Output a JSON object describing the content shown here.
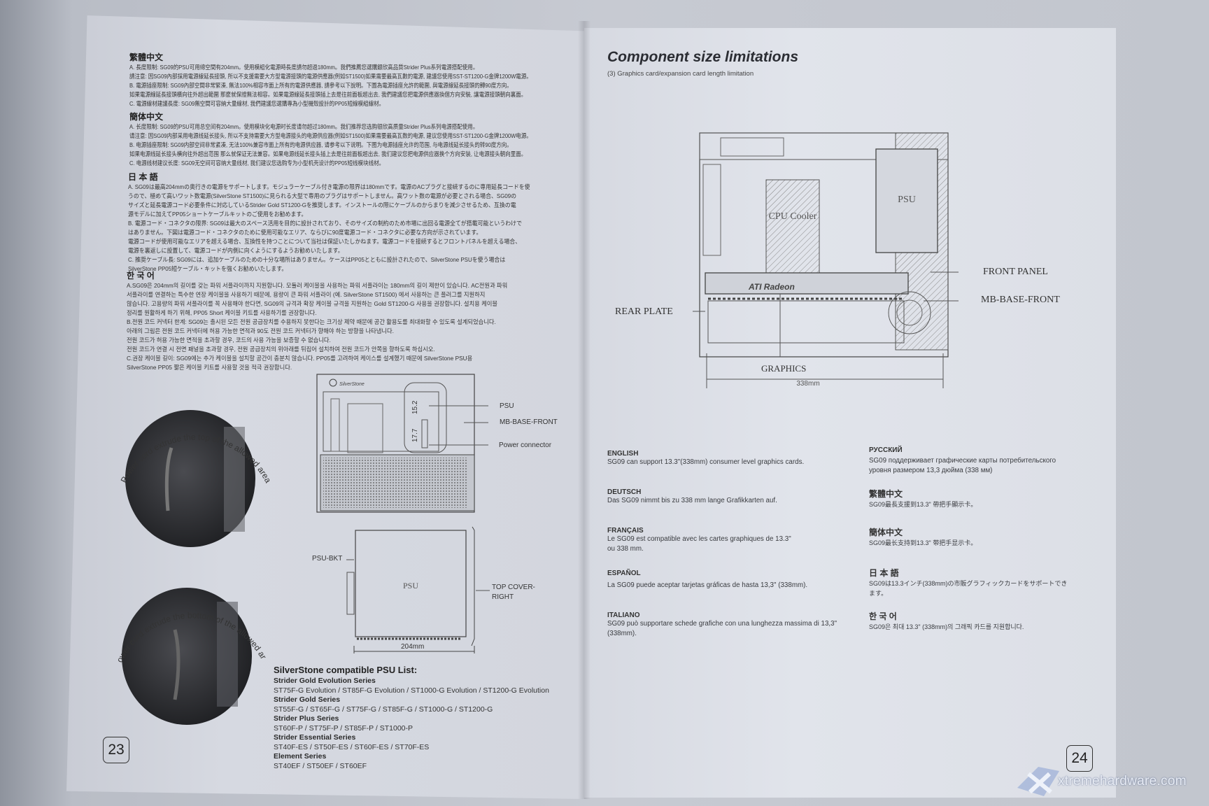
{
  "left_page": {
    "page_number": "23",
    "sections": [
      {
        "heading": "繁體中文",
        "lines": [
          "A. 長度限制: SG09的PSU可用總空間有204mm。使用模組化電源時長度請勿超過180mm。我們推薦您選購銀欣高品質Strider Plus系列電源搭配使用。",
          "請注意: 因SG09內部採用電源線延長接頭, 所以不支援需要大方型電源接頭的電源供應器(例如ST1500)如果需要最高瓦數的電源, 建議您使用SST-ST1200-G金牌1200W電源。",
          "B. 電源插座限制: SG09內部空間非常緊湊, 無法100%相容市面上所有的電源供應器, 請參考以下說明。下圖為電源插座允許的範圍, 與電源線延長接頭的轉90度方向。",
          "如果電源線延長接頭橫向往外超出範圍 那麼就保證無法相容。如果電源線延長接頭插上去是往前面板超出去, 我們建議您把電源供應器換個方向安裝, 讓電源接頭朝向裏面。",
          "C. 電源線材建議長度: SG09無空間可容納大量線材, 我們建議您選購專為小型機殼設計的PP05短線模組線材。"
        ]
      },
      {
        "heading": "簡体中文",
        "lines": [
          "A. 长度限制: SG09的PSU可用总空间有204mm。使用模块化电源时长度请勿超过180mm。我们推荐您选购银欣高质量Strider Plus系列电源搭配使用。",
          "请注意: 因SG09内部采用电源线延长接头, 所以不支持需要大方型电源接头的电源供应器(例如ST1500)如果需要最高瓦数的电源, 建议您使用SST-ST1200-G金牌1200W电源。",
          "B. 电源插座限制: SG09内部空间非常紧凑, 无法100%兼容市面上所有的电源供应器, 请参考以下说明。下图为电源插座允许的范围, 与电源线延长接头的转90度方向。",
          "如果电源线延长接头横向往外超出范围 那么就保证无法兼容。如果电源线延长接头插上去是往前面板超出去, 我们建议您把电源供应器换个方向安装, 让电源接头朝向里面。",
          "C. 电源线材建议长度: SG09无空间可容纳大量线材, 我们建议您选购专为小型机壳设计的PP05短线模块线材。"
        ]
      },
      {
        "heading": "日 本 語",
        "lines": [
          "A. SG09は最高204mmの奥行きの電源をサポートします。モジュラーケーブル付き電源の限界は180mmです。電源のACプラグと接続するのに専用延長コードを使",
          "うので、極めて高いワット数電源(SilverStone ST1500)に見られる大型で専用のプラグはサポートしません。高ワット数の電源が必要とされる場合、SG09の",
          "サイズと延長電源コード必要条件に対応しているStrider Gold ST1200-Gを推奨します。インストールの際にケーブルのからまりを減少させるため、互換の電",
          "源モデルに加えてPP05ショートケーブルキットのご使用をお勧めます。",
          "B. 電源コード・コネクタの限界: SG09は最大のスペース活用を目的に設計されており、そのサイズの制約のため市場に出回る電源全てが搭載可能というわけで",
          "はありません。下図は電源コード・コネクタのために使用可能なエリア、ならびに90度電源コード・コネクタに必要な方向が示されています。",
          "電源コードが使用可能なエリアを超える場合、互換性を持つことについて当社は保証いたしかねます。電源コードを接続するとフロントパネルを超える場合、",
          "電源を裏返しに設置して、電源コードが内側に向くようにするようお勧めいたします。",
          "C. 推奨ケーブル長: SG09には、追加ケーブルのための十分な場所はありません。ケースはPP05とともに設計されたので、SilverStone PSUを使う場合は",
          "SilverStone PP05短ケーブル・キットを強くお勧めいたします。"
        ]
      },
      {
        "heading": "한 국 어",
        "lines": [
          "A.SG09은 204mm의 길이를 갖는 파워 서플라이까지 지원합니다. 모듈러 케이블을 사용하는 파워 서플라이는 180mm의 길이 제한이 있습니다. AC전원과 파워",
          "서플라이를 연결하는 특수한 연장 케이블을 사용하기 때문에, 용량이 큰 파워 서플라이 (예. SilverStone ST1500) 에서 사용하는 큰 플러그를 지원하지",
          "않습니다. 고용량의 파워 서플라이를 꼭 사용해야 한다면, SG09의 규격과 확장 케이블 규격을 지원하는 Gold ST1200-G 사용을 권장합니다. 설치용 케이블",
          "정리를 원활하게 하기 위해, PP05 Short 케이블 키트를 사용하기를 권장합니다.",
          "B.전원 코드 커넥터 한계: SG09는 출시된 모든 전원 공급장치를 수용하지 못한다는 크기상 제약 때문에 공간 활용도를 최대화할 수 있도록 설계되었습니다.",
          "아래의 그림은 전원 코드 커넥터에 허용 가능한 면적과 90도 전원 코드 커넥터가 향해야 하는 방향을 나타냅니다.",
          "전원 코드가 허용 가능한 면적을 초과할 경우, 코드의 사용 가능을 보증할 수 없습니다.",
          "전원 코드가 연결 시 전면 패널을 초과할 경우, 전원 공급장치의 위아래를 뒤집어 설치하여 전원 코드가 안쪽을 향하도록 하십시오.",
          "C.권장 케이블 길이: SG09에는 추가 케이블을 설치할 공간이 충분치 않습니다. PP05를 고려하여 케이스를 설계했기 때문에 SilverStone PSU용",
          "SilverStone PP05 짧은 케이블 키트를 사용할 것을 적극 권장합니다."
        ]
      }
    ],
    "photo_captions": {
      "top": "Power cord extrude the top of the allowed area",
      "bottom": "Power cord extrude the bottom of the allowed area"
    },
    "case_diagram": {
      "brand": "SilverStone",
      "dim_top": "15.2",
      "dim_bottom": "17.7",
      "label_psu": "PSU",
      "label_mb": "MB-BASE-FRONT",
      "label_power": "Power connector"
    },
    "psu_diagram": {
      "label_bkt": "PSU-BKT",
      "label_psu": "PSU",
      "label_cover_1": "TOP COVER-",
      "label_cover_2": "RIGHT",
      "dimension": "204mm"
    },
    "psu_list": {
      "title": "SilverStone compatible PSU List:",
      "series": [
        {
          "name": "Strider Gold Evolution Series",
          "models": "ST75F-G Evolution / ST85F-G Evolution / ST1000-G Evolution / ST1200-G Evolution"
        },
        {
          "name": "Strider Gold Series",
          "models": "ST55F-G / ST65F-G / ST75F-G / ST85F-G / ST1000-G / ST1200-G"
        },
        {
          "name": "Strider Plus Series",
          "models": "ST60F-P / ST75F-P / ST85F-P / ST1000-P"
        },
        {
          "name": "Strider Essential Series",
          "models": "ST40F-ES / ST50F-ES / ST60F-ES / ST70F-ES"
        },
        {
          "name": "Element Series",
          "models": "ST40EF / ST50EF / ST60EF"
        }
      ]
    }
  },
  "right_page": {
    "page_number": "24",
    "title": "Component size limitations",
    "subtitle": "(3) Graphics card/expansion card length limitation",
    "diagram": {
      "cpu_cooler": "CPU Cooler",
      "psu": "PSU",
      "card_brand": "ATI Radeon",
      "front_panel": "FRONT PANEL",
      "mb_base_front": "MB-BASE-FRONT",
      "rear_plate": "REAR PLATE",
      "graphics": "GRAPHICS",
      "dimension": "338mm"
    },
    "languages_left": [
      {
        "heading": "ENGLISH",
        "text": "SG09 can support 13.3\"(338mm) consumer level graphics cards."
      },
      {
        "heading": "DEUTSCH",
        "text": "Das SG09 nimmt bis zu 338 mm lange Grafikkarten auf."
      },
      {
        "heading": "FRANÇAIS",
        "text": "Le SG09 est compatible avec les cartes graphiques de 13.3\" ou 338 mm."
      },
      {
        "heading": "ESPAÑOL",
        "text": "La SG09 puede aceptar tarjetas gráficas de hasta 13,3\" (338mm)."
      },
      {
        "heading": "ITALIANO",
        "text": "SG09 può supportare schede grafiche con una lunghezza massima di 13,3\" (338mm)."
      }
    ],
    "languages_right": [
      {
        "heading": "РУССКИЙ",
        "text": "SG09 поддерживает графические карты потребительского уровня размером 13,3 дюйма (338 мм)"
      },
      {
        "heading": "繁體中文",
        "text": "SG09最長支援到13.3\" 帶把手顯示卡。"
      },
      {
        "heading": "簡体中文",
        "text": "SG09最长支持到13.3\" 带把手显示卡。"
      },
      {
        "heading": "日 本 語",
        "text": "SG09は13.3インチ(338mm)の市販グラフィックカードをサポートできます。"
      },
      {
        "heading": "한 국 어",
        "text": "SG09은 최대 13.3\" (338mm)의 그래픽 카드를 지원합니다."
      }
    ]
  },
  "watermark": "xtremehardware.com",
  "colors": {
    "paper": "#dfe2ea",
    "ink": "#2a2c30",
    "background": "#9ea3ad"
  }
}
